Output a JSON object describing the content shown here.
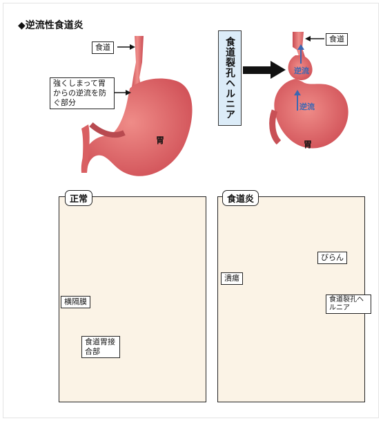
{
  "title": "◆逆流性食道炎",
  "top_left": {
    "esophagus_label": "食道",
    "sphincter_label": "強くしまって胃からの逆流を防ぐ部分",
    "stomach_label": "胃"
  },
  "top_right": {
    "hernia_label": "食道裂孔ヘルニア",
    "esophagus_label": "食道",
    "reflux_label": "逆流",
    "stomach_label": "胃"
  },
  "panel_normal": {
    "tab": "正常",
    "diaphragm_label": "横隔膜",
    "junction_label": "食道胃接合部"
  },
  "panel_esophagitis": {
    "tab": "食道炎",
    "erosion_label": "びらん",
    "ulcer_label": "潰瘍",
    "hernia_label": "食道裂孔ヘルニア"
  },
  "colors": {
    "organ": "#d95f62",
    "organ_light": "#ec8a86",
    "wall": "#f3dfa0",
    "muscle_band": "#e7b7c2",
    "hernia_box": "#dcecf8",
    "reflux_arrow": "#3a67b3"
  }
}
